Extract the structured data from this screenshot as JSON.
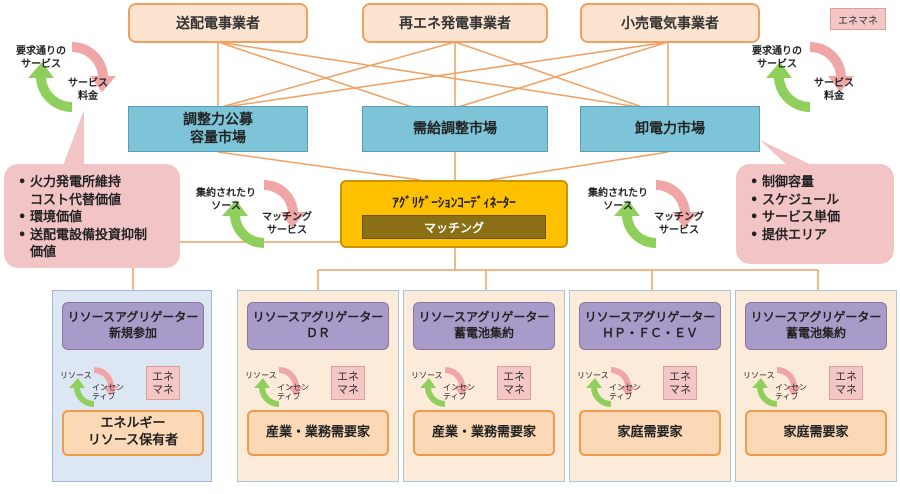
{
  "players": {
    "transmission": "送配電事業者",
    "renewable": "再エネ発電事業者",
    "retail": "小売電気事業者"
  },
  "enemane_tag": "エネマネ",
  "markets": {
    "balancing": [
      "調整力公募",
      "容量市場"
    ],
    "supply_demand": "需給調整市場",
    "wholesale": "卸電力市場"
  },
  "cycle_top_left": {
    "a": [
      "要求通りの",
      "サービス"
    ],
    "b": [
      "サービス",
      "料金"
    ]
  },
  "cycle_top_right": {
    "a": [
      "要求通りの",
      "サービス"
    ],
    "b": [
      "サービス",
      "料金"
    ]
  },
  "callout_left": [
    "火力発電所維持",
    "コスト代替価値",
    "環境価値",
    "送配電設備投資抑制",
    "価値"
  ],
  "callout_right": [
    "制御容量",
    "スケジュール",
    "サービス単価",
    "提供エリア"
  ],
  "cycle_mid_left": {
    "a": [
      "集約されたり",
      "ソース"
    ],
    "b": [
      "マッチング",
      "サービス"
    ]
  },
  "cycle_mid_right": {
    "a": [
      "集約されたり",
      "ソース"
    ],
    "b": [
      "マッチング",
      "サービス"
    ]
  },
  "coordinator": {
    "title": "ｱｸﾞﾘｹﾞｰｼｮﾝｺｰﾃﾞｨﾈｰﾀｰ",
    "function": "マッチング"
  },
  "resource_groups": [
    {
      "aggregator": [
        "リソースアグリゲーター",
        "新規参加"
      ],
      "holder": [
        "エネルギー",
        "リソース保有者"
      ],
      "enemane": [
        "エネ",
        "マネ"
      ],
      "small_a": "リソース",
      "small_b": [
        "インセン",
        "ティブ"
      ]
    },
    {
      "aggregator": [
        "リソースアグリゲーター",
        "ＤＲ"
      ],
      "holder": [
        "産業・業務需要家"
      ],
      "enemane": [
        "エネ",
        "マネ"
      ],
      "small_a": "リソース",
      "small_b": [
        "インセン",
        "ティブ"
      ]
    },
    {
      "aggregator": [
        "リソースアグリゲーター",
        "蓄電池集約"
      ],
      "holder": [
        "産業・業務需要家"
      ],
      "enemane": [
        "エネ",
        "マネ"
      ],
      "small_a": "リソース",
      "small_b": [
        "インセン",
        "ティブ"
      ]
    },
    {
      "aggregator": [
        "リソースアグリゲーター",
        "ＨＰ・ＦＣ・ＥＶ"
      ],
      "holder": [
        "家庭需要家"
      ],
      "enemane": [
        "エネ",
        "マネ"
      ],
      "small_a": "リソース",
      "small_b": [
        "インセン",
        "ティブ"
      ]
    },
    {
      "aggregator": [
        "リソースアグリゲーター",
        "蓄電池集約"
      ],
      "holder": [
        "家庭需要家"
      ],
      "enemane": [
        "エネ",
        "マネ"
      ],
      "small_a": "リソース",
      "small_b": [
        "インセン",
        "ティブ"
      ]
    }
  ],
  "colors": {
    "orange_line": "#f0a060",
    "market": "#7ec4d8",
    "coordinator": "#ffc000",
    "aggregator": "#a99bc9",
    "cycle_green": "#8fcf5c",
    "cycle_pink": "#f0a6a6"
  }
}
